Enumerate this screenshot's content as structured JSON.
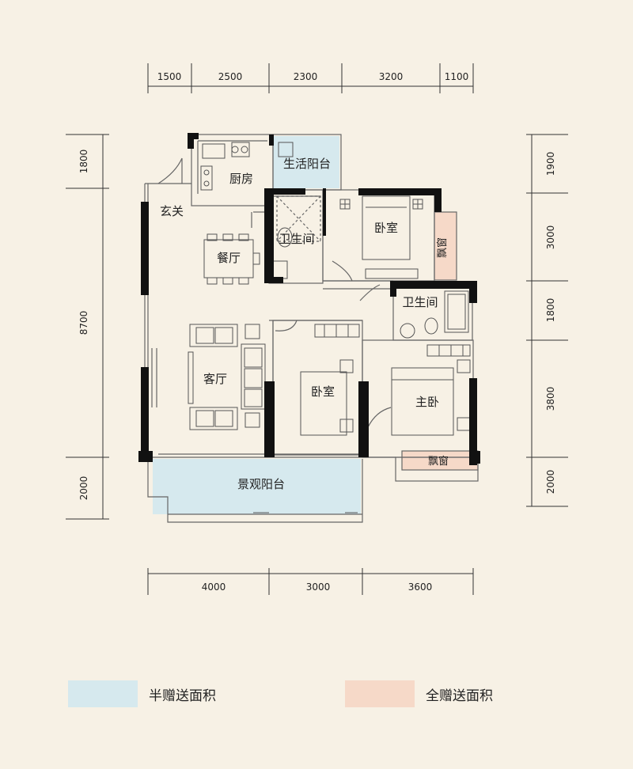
{
  "dimensions": {
    "top": [
      "1500",
      "2500",
      "2300",
      "3200",
      "1100"
    ],
    "bottom": [
      "4000",
      "3000",
      "3600"
    ],
    "left": [
      "1800",
      "8700",
      "2000"
    ],
    "right": [
      "1900",
      "3000",
      "1800",
      "3800",
      "2000"
    ]
  },
  "rooms": {
    "kitchen": "厨房",
    "utility_balcony": "生活阳台",
    "entrance": "玄关",
    "bathroom_1": "卫生间",
    "bedroom_1": "卧室",
    "bay_window_1": "飘窗",
    "dining": "餐厅",
    "bathroom_2": "卫生间",
    "living": "客厅",
    "bedroom_2": "卧室",
    "master_bedroom": "主卧",
    "bay_window_2": "飘窗",
    "view_balcony": "景观阳台"
  },
  "legend": {
    "half_gift": {
      "label": "半赠送面积",
      "color": "#d6e9ee"
    },
    "full_gift": {
      "label": "全赠送面积",
      "color": "#f6d9c8"
    }
  },
  "colors": {
    "wall": "#111111",
    "balcony_fill": "#d6e9ee",
    "bay_fill": "#f6d9c8",
    "line": "#555555"
  }
}
